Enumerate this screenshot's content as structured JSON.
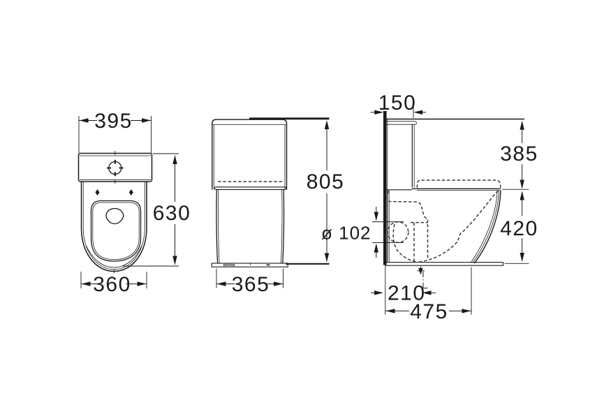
{
  "meta": {
    "background_color": "#ffffff",
    "line_color": "#1a1a1a",
    "dashed_line_color": "#3a3a3a"
  },
  "dimensions": {
    "top_view": {
      "width_top": "395",
      "height": "630",
      "width_bottom": "360"
    },
    "front_view": {
      "height": "805",
      "width": "365"
    },
    "side_view": {
      "tank_depth": "150",
      "top_to_rim": "385",
      "rim_height": "420",
      "outlet_diameter": "ø 102",
      "outlet_center_offset": "210",
      "total_depth": "475"
    }
  }
}
